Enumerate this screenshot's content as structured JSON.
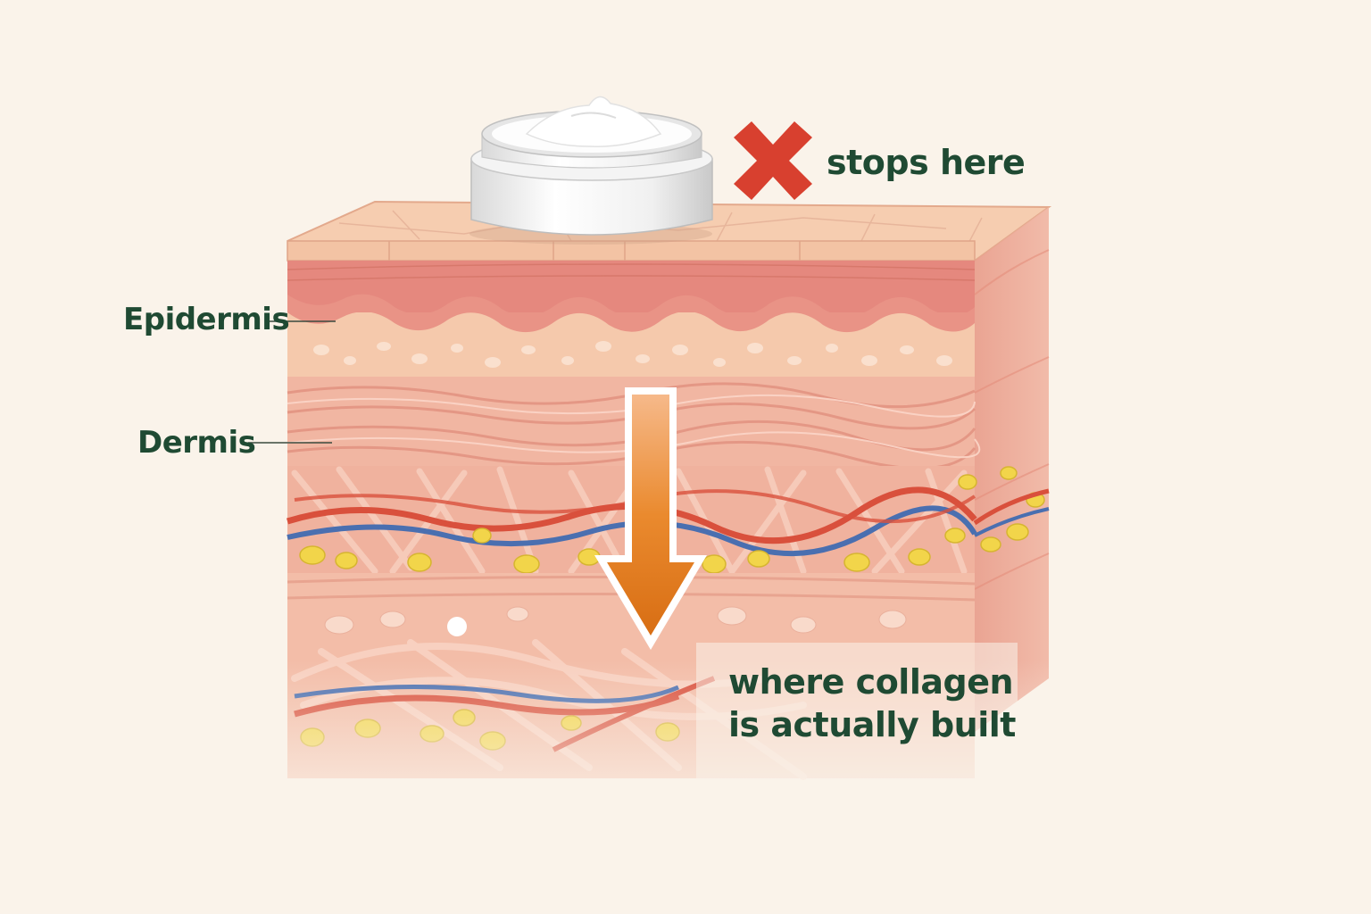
{
  "labels": {
    "epidermis": "Epidermis",
    "dermis": "Dermis",
    "stops_here": "stops here",
    "collagen_line1": "where collagen",
    "collagen_line2": "is actually built"
  },
  "icons": {
    "stop_mark": "x-mark-icon",
    "direction": "down-arrow-icon",
    "product": "cream-jar-icon"
  },
  "colors": {
    "background": "#faf3ea",
    "label_text": "#1f4a33",
    "x_mark": "#d8402f",
    "arrow": "#e07a1e",
    "skin_surface": "#f6cdb0",
    "epidermis": "#e99386",
    "dermis": "#f1b6a2",
    "vessel_red": "#d9503c",
    "vessel_blue": "#4a6fb0",
    "fat": "#f2d54a"
  }
}
